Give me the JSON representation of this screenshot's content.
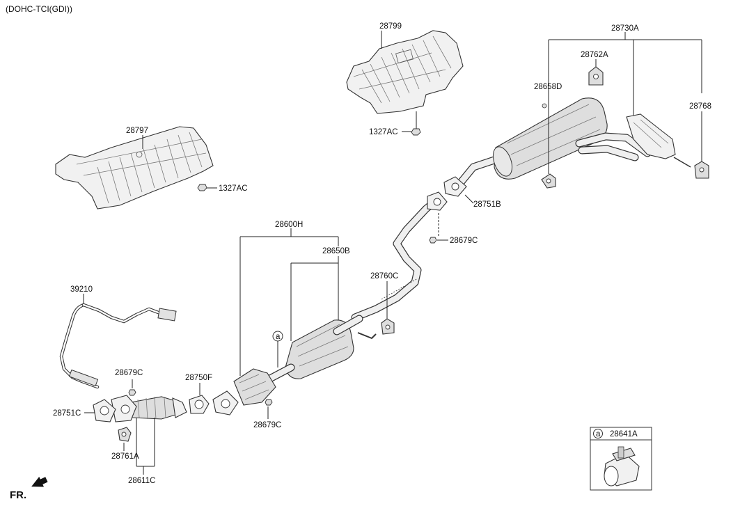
{
  "header": {
    "engine": "(DOHC-TCI(GDI))"
  },
  "labels": {
    "p28799": "28799",
    "p1327AC_top": "1327AC",
    "p28797": "28797",
    "p1327AC_left": "1327AC",
    "p28730A": "28730A",
    "p28762A": "28762A",
    "p28658D": "28658D",
    "p28768": "28768",
    "p28751B": "28751B",
    "p28679C_mid": "28679C",
    "p28600H": "28600H",
    "p28650B": "28650B",
    "p28760C": "28760C",
    "p39210": "39210",
    "p28679C_left": "28679C",
    "p28750F": "28750F",
    "p28751C": "28751C",
    "p28679C_bottom": "28679C",
    "p28761A": "28761A",
    "p28611C": "28611C",
    "p28641A": "28641A",
    "callout_a_main": "a",
    "callout_a_inset": "a"
  },
  "direction": {
    "front": "FR."
  }
}
